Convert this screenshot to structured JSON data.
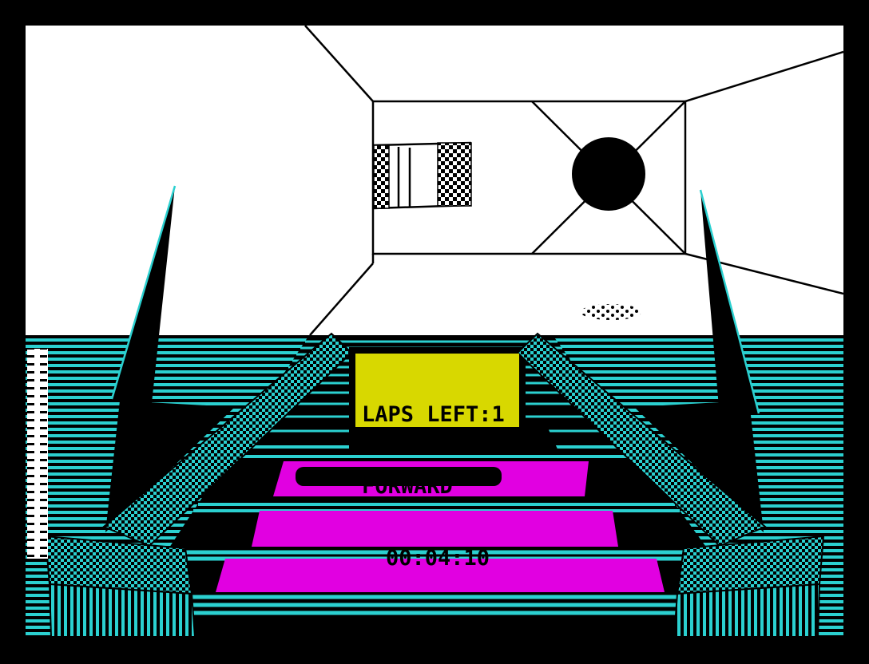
{
  "hud": {
    "laps": "LAPS LEFT:1",
    "direction": "FORWARD",
    "time": "00:04:10"
  },
  "colors": {
    "track_cyan": "#2bd0d0",
    "pad_magenta": "#e100e1",
    "hud_yellow": "#d8d800",
    "sky_white": "#ffffff",
    "ink_black": "#000000"
  },
  "scene": {
    "elements": [
      "tunnel-entrance-circle",
      "checkered-pillar-near",
      "checkered-pillar-far",
      "left-antenna-spike",
      "right-antenna-spike",
      "craft-left-wing",
      "craft-right-wing",
      "boost-pad-far",
      "boost-pad-mid",
      "boost-pad-near",
      "track-surface"
    ]
  }
}
